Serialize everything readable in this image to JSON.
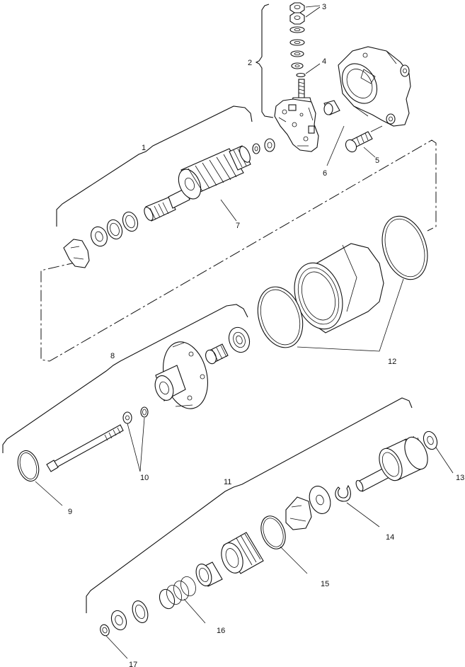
{
  "callouts": [
    {
      "id": "c1",
      "text": "1"
    },
    {
      "id": "c2",
      "text": "2"
    },
    {
      "id": "c3",
      "text": "3"
    },
    {
      "id": "c4",
      "text": "4"
    },
    {
      "id": "c5",
      "text": "5"
    },
    {
      "id": "c6",
      "text": "6"
    },
    {
      "id": "c7",
      "text": "7"
    },
    {
      "id": "c8",
      "text": "8"
    },
    {
      "id": "c9",
      "text": "9"
    },
    {
      "id": "c10",
      "text": "10"
    },
    {
      "id": "c11",
      "text": "11"
    },
    {
      "id": "c12",
      "text": "12"
    },
    {
      "id": "c13",
      "text": "13"
    },
    {
      "id": "c14",
      "text": "14"
    },
    {
      "id": "c15",
      "text": "15"
    },
    {
      "id": "c16",
      "text": "16"
    },
    {
      "id": "c17",
      "text": "17"
    }
  ]
}
